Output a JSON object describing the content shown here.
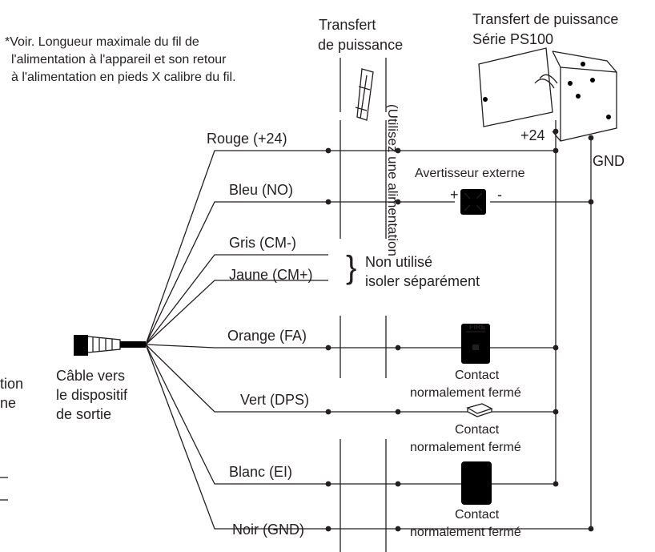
{
  "top": {
    "transfer_label_l1": "Transfert",
    "transfer_label_l2": "de puissance",
    "ps100_l1": "Transfert de puissance",
    "ps100_l2": "Série PS100",
    "note_l1": "*Voir. Longueur maximale du fil de",
    "note_l2": "l'alimentation à l'appareil et son retour",
    "note_l3": "à l'alimentation en pieds X calibre du fil."
  },
  "side_text": {
    "vertical_l1": "(Utilisez une alimentation",
    "vertical_l2": "",
    "frag_l1": "tion",
    "frag_l2": "ne"
  },
  "power": {
    "plus": "+24",
    "gnd": "GND"
  },
  "wires": [
    {
      "label": "Rouge (+24)"
    },
    {
      "label": "Bleu (NO)"
    },
    {
      "label": "Gris (CM-)"
    },
    {
      "label": "Jaune (CM+)"
    },
    {
      "label": "Orange (FA)"
    },
    {
      "label": "Vert (DPS)"
    },
    {
      "label": "Blanc (EI)"
    },
    {
      "label": "Noir (GND)"
    }
  ],
  "cable": {
    "l1": "Câble vers",
    "l2": "le dispositif",
    "l3": "de sortie"
  },
  "unused": {
    "l1": "Non utilisé",
    "l2": "isoler séparément"
  },
  "devices": {
    "horn": {
      "title": "Avertisseur externe",
      "plus": "+",
      "minus": "-"
    },
    "fire": {
      "badge": "FIRE",
      "l1": "Contact",
      "l2": "normalement fermé"
    },
    "dps": {
      "l1": "Contact",
      "l2": "normalement fermé"
    },
    "ei": {
      "l1": "Contact",
      "l2": "normalement fermé"
    },
    "gnd_contact": {
      "l1": "Contact",
      "l2": "normalement fermé"
    }
  },
  "colors": {
    "ink": "#231f20"
  }
}
